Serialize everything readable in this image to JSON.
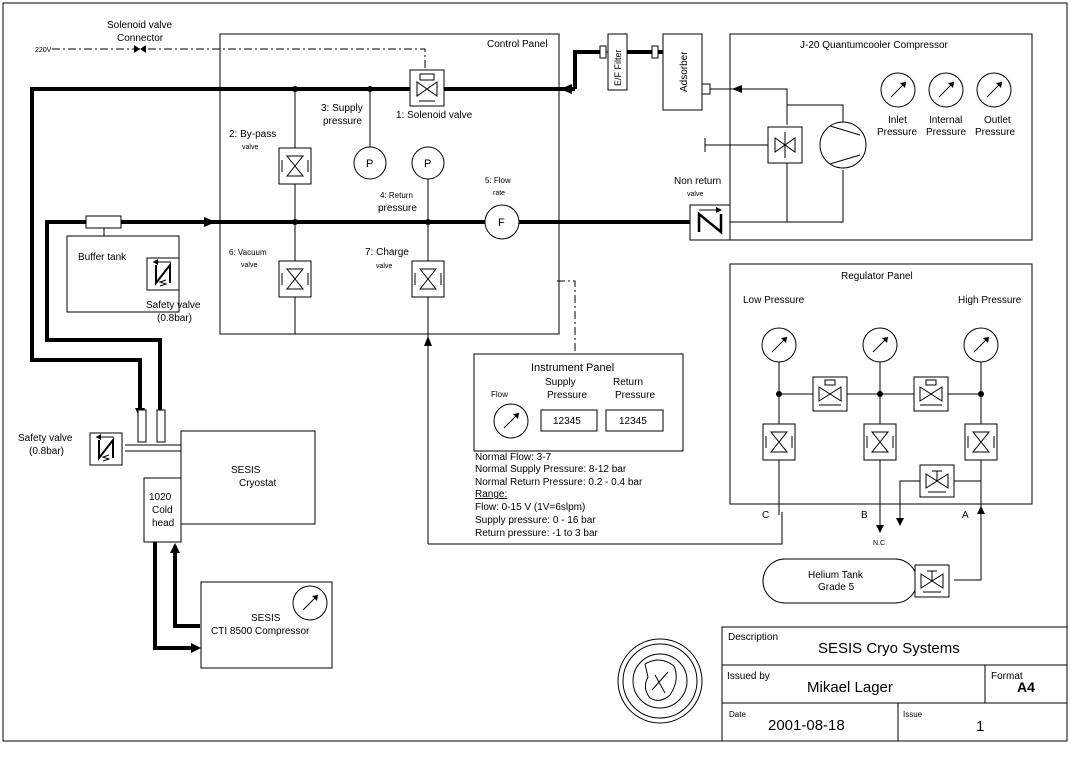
{
  "top": {
    "voltage": "220V",
    "solenoid_connector_line1": "Solenoid valve",
    "solenoid_connector_line2": "Connector"
  },
  "control_panel": {
    "title": "Control Panel",
    "bypass_line1": "2: By-pass",
    "bypass_line2": "valve",
    "supply_line1": "3: Supply",
    "supply_line2": "pressure",
    "solenoid": "1:  Solenoid valve",
    "return_line1": "4: Return",
    "return_line2": "pressure",
    "flow_line1": "5: Flow",
    "flow_line2": "rate",
    "vacuum_line1": "6: Vacuum",
    "vacuum_line2": "valve",
    "charge_line1": "7: Charge",
    "charge_line2": "valve",
    "gauge_p": "P",
    "gauge_f": "F"
  },
  "filter": {
    "label": "E/F Filter"
  },
  "adsorber": {
    "label": "Adsorber"
  },
  "compressor": {
    "title": "J-20 Quantumcooler Compressor",
    "nonreturn_line1": "Non return",
    "nonreturn_line2": "valve",
    "gauges": [
      {
        "line1": "Inlet",
        "line2": "Pressure"
      },
      {
        "line1": "Internal",
        "line2": "Pressure"
      },
      {
        "line1": "Outlet",
        "line2": "Pressure"
      }
    ]
  },
  "buffer_tank": {
    "label": "Buffer tank",
    "safety_line1": "Safety valve",
    "safety_line2": "(0.8bar)"
  },
  "instrument_panel": {
    "title": "Instrument Panel",
    "flow": "Flow",
    "supply_line1": "Supply",
    "supply_line2": "Pressure",
    "return_line1": "Return",
    "return_line2": "Pressure",
    "supply_value": "12345",
    "return_value": "12345",
    "notes": [
      "Normal Flow: 3-7",
      "Normal Supply Pressure: 8-12 bar",
      "Normal Return Pressure: 0.2 - 0.4 bar",
      "Range:",
      "Flow: 0-15 V (1V=6slpm)",
      "Supply pressure: 0 - 16 bar",
      "Return pressure: -1 to 3 bar"
    ]
  },
  "regulator_panel": {
    "title": "Regulator Panel",
    "low": "Low Pressure",
    "high": "High Pressure",
    "port_c": "C",
    "port_b": "B",
    "port_a": "A",
    "nc": "N.C"
  },
  "cryostat": {
    "safety_line1": "Safety valve",
    "safety_line2": "(0.8bar)",
    "line1": "SESIS",
    "line2": "Cryostat",
    "coldhead_line1": "1020",
    "coldhead_line2": "Cold",
    "coldhead_line3": "head"
  },
  "cti": {
    "line1": "SESIS",
    "line2": "CTI 8500 Compressor"
  },
  "helium": {
    "line1": "Helium Tank",
    "line2": "Grade 5"
  },
  "title_block": {
    "description_label": "Description",
    "description": "SESIS Cryo Systems",
    "issued_by_label": "Issued by",
    "issued_by": "Mikael Lager",
    "format_label": "Format",
    "format": "A4",
    "date_label": "Date",
    "date": "2001-08-18",
    "issue_label": "Issue",
    "issue": "1"
  }
}
